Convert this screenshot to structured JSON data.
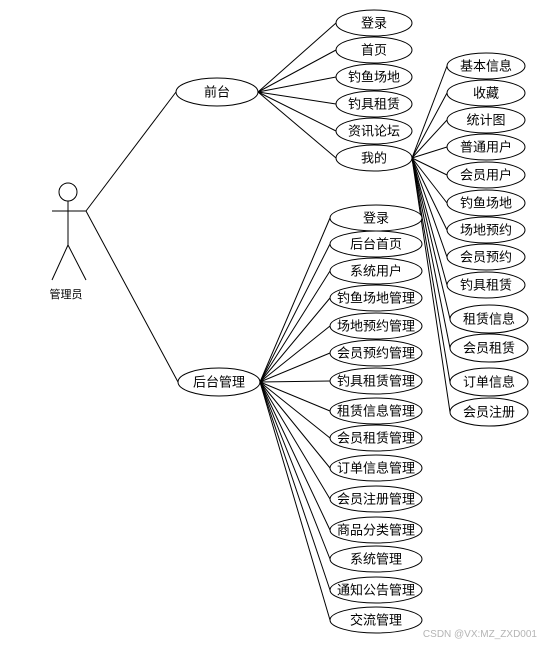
{
  "actor": {
    "label": "管理员"
  },
  "groups": [
    {
      "id": "frontend",
      "label": "前台",
      "items": [
        {
          "id": "fe-login",
          "label": "登录"
        },
        {
          "id": "fe-home",
          "label": "首页"
        },
        {
          "id": "fe-fishing-spot",
          "label": "钓鱼场地"
        },
        {
          "id": "fe-gear-rental",
          "label": "钓具租赁"
        },
        {
          "id": "fe-news-forum",
          "label": "资讯论坛"
        },
        {
          "id": "fe-mine",
          "label": "我的",
          "children": [
            {
              "id": "mine-basic-info",
              "label": "基本信息"
            },
            {
              "id": "mine-favorites",
              "label": "收藏"
            },
            {
              "id": "mine-stats-chart",
              "label": "统计图"
            },
            {
              "id": "mine-normal-user",
              "label": "普通用户"
            },
            {
              "id": "mine-member-user",
              "label": "会员用户"
            },
            {
              "id": "mine-fishing-spot",
              "label": "钓鱼场地"
            },
            {
              "id": "mine-venue-booking",
              "label": "场地预约"
            },
            {
              "id": "mine-member-booking",
              "label": "会员预约"
            },
            {
              "id": "mine-gear-rental",
              "label": "钓具租赁"
            },
            {
              "id": "mine-rental-info",
              "label": "租赁信息"
            },
            {
              "id": "mine-member-rental",
              "label": "会员租赁"
            },
            {
              "id": "mine-order-info",
              "label": "订单信息"
            },
            {
              "id": "mine-member-register",
              "label": "会员注册"
            }
          ]
        }
      ]
    },
    {
      "id": "backend",
      "label": "后台管理",
      "items": [
        {
          "id": "be-login",
          "label": "登录"
        },
        {
          "id": "be-home",
          "label": "后台首页"
        },
        {
          "id": "be-system-user",
          "label": "系统用户"
        },
        {
          "id": "be-fishing-spot-mgmt",
          "label": "钓鱼场地管理"
        },
        {
          "id": "be-venue-booking-mgmt",
          "label": "场地预约管理"
        },
        {
          "id": "be-member-booking-mgmt",
          "label": "会员预约管理"
        },
        {
          "id": "be-gear-rental-mgmt",
          "label": "钓具租赁管理"
        },
        {
          "id": "be-rental-info-mgmt",
          "label": "租赁信息管理"
        },
        {
          "id": "be-member-rental-mgmt",
          "label": "会员租赁管理"
        },
        {
          "id": "be-order-info-mgmt",
          "label": "订单信息管理"
        },
        {
          "id": "be-member-register-mgmt",
          "label": "会员注册管理"
        },
        {
          "id": "be-category-mgmt",
          "label": "商品分类管理"
        },
        {
          "id": "be-system-mgmt",
          "label": "系统管理"
        },
        {
          "id": "be-notice-mgmt",
          "label": "通知公告管理"
        },
        {
          "id": "be-exchange-mgmt",
          "label": "交流管理"
        }
      ]
    }
  ],
  "watermark": "CSDN @VX:MZ_ZXD001"
}
